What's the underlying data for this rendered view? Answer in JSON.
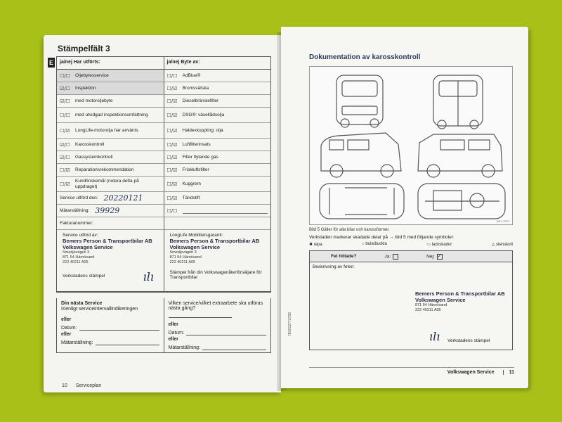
{
  "left_page": {
    "edge_tab": "E",
    "title": "Stämpelfält 3",
    "col_done": "ja/nej Har utförts:",
    "col_replace": "ja/nej Byte av:",
    "rows": [
      {
        "lcb": "☐/☐",
        "llabel": "Oljebytesservice",
        "lshade": true,
        "rcb": "☐/☐",
        "rlabel": "AdBlue®"
      },
      {
        "lcb": "☑/☐",
        "llabel": "Inspektion",
        "lshade": true,
        "rcb": "☐/☑",
        "rlabel": "Bromsvätska"
      },
      {
        "lcb": "☑/☐",
        "llabel": "med motoroljebyte",
        "lshade": false,
        "rcb": "☐/☑",
        "rlabel": "Dieselbränslefilter"
      },
      {
        "lcb": "☐/☐",
        "llabel": "med utvidgad inspektionsomfattning",
        "lshade": false,
        "rcb": "☐/☑",
        "rlabel": "DSG®: växellådsolja"
      },
      {
        "lcb": "☐/☑",
        "llabel": "LongLife-motorolja har använts",
        "lshade": false,
        "rcb": "☐/☑",
        "rlabel": "Haldexkoppling: olja"
      },
      {
        "lcb": "☑/☐",
        "llabel": "Karosskontroll",
        "lshade": false,
        "rcb": "☐/☑",
        "rlabel": "Luftfilterinsats"
      },
      {
        "lcb": "☑/☐",
        "llabel": "Gassystemkontroll",
        "lshade": false,
        "rcb": "☐/☑",
        "rlabel": "Filter flytande gas"
      },
      {
        "lcb": "☐/☑",
        "llabel": "Reparationsrekommendation",
        "lshade": false,
        "rcb": "☐/☑",
        "rlabel": "Friskluftsfilter"
      },
      {
        "lcb": "☐/☑",
        "llabel": "Kundönskemål (notera detta på uppdraget)",
        "lshade": false,
        "rcb": "☐/☑",
        "rlabel": "Kuggrem"
      },
      {
        "lcb": "",
        "llabel": "Service utförd den:",
        "lshade": false,
        "rcb": "☐/☑",
        "rlabel": "Tändstift"
      }
    ],
    "service_date": "20220121",
    "mileage_label": "Mätarställning:",
    "mileage": "39929",
    "invoice_label": "Fakturanummer:",
    "service_by_label": "Service utförd av:",
    "stamp_name": "Bemers Person & Transportbilar AB",
    "stamp_sub": "Volkswagen Service",
    "stamp_addr1": "Smedjevägen 3",
    "stamp_addr2": "871 54 Härnösand",
    "stamp_addr3": "222 40211   A05",
    "workshop_stamp": "Verkstadens stämpel",
    "longlife_label": "LongLife Mobilitetsgaranti:",
    "stamp_note": "Stämpel från din Volkswagenåterförsäljare för Transportbilar",
    "next_title": "Din nästa Service",
    "next_interval": "enligt serviceintervallindikeringen",
    "next_question": "Vilken service/vilket extraarbete ska utföras nästa gång?",
    "eller": "eller",
    "datum": "Datum:",
    "matar": "Mätarställning:",
    "footer_num": "10",
    "footer_text": "Serviceplan"
  },
  "right_page": {
    "title": "Dokumentation av karosskontroll",
    "caption": "Bild 5  Gäller för alla bilar och karossformer.",
    "instruction": "Verkstaden markerar skadade delar på → bild 5 med följande symboler:",
    "legend": [
      "✖ repa",
      "○ bula/buckla",
      "▭ lackskador",
      "△ stenskott"
    ],
    "found_label": "Fel hittade?",
    "ja": "Ja:",
    "nej": "Nej:",
    "desc_label": "Beskrivning av felen:",
    "stamp_name": "Bemers Person & Transportbilar AB",
    "stamp_sub": "Volkswagen Service",
    "stamp_addr1": "871 54 Härnösand",
    "stamp_addr2": "222 40211   A05",
    "workshop_stamp": "Verkstadens stämpel",
    "diagram_code": "BPY-1027",
    "vert_code": "7E0012773758",
    "footer_brand": "Volkswagen Service",
    "footer_num": "11"
  },
  "colors": {
    "background": "#a9c019",
    "page": "#f4f4f1",
    "title_blue": "#2d3a5a"
  }
}
